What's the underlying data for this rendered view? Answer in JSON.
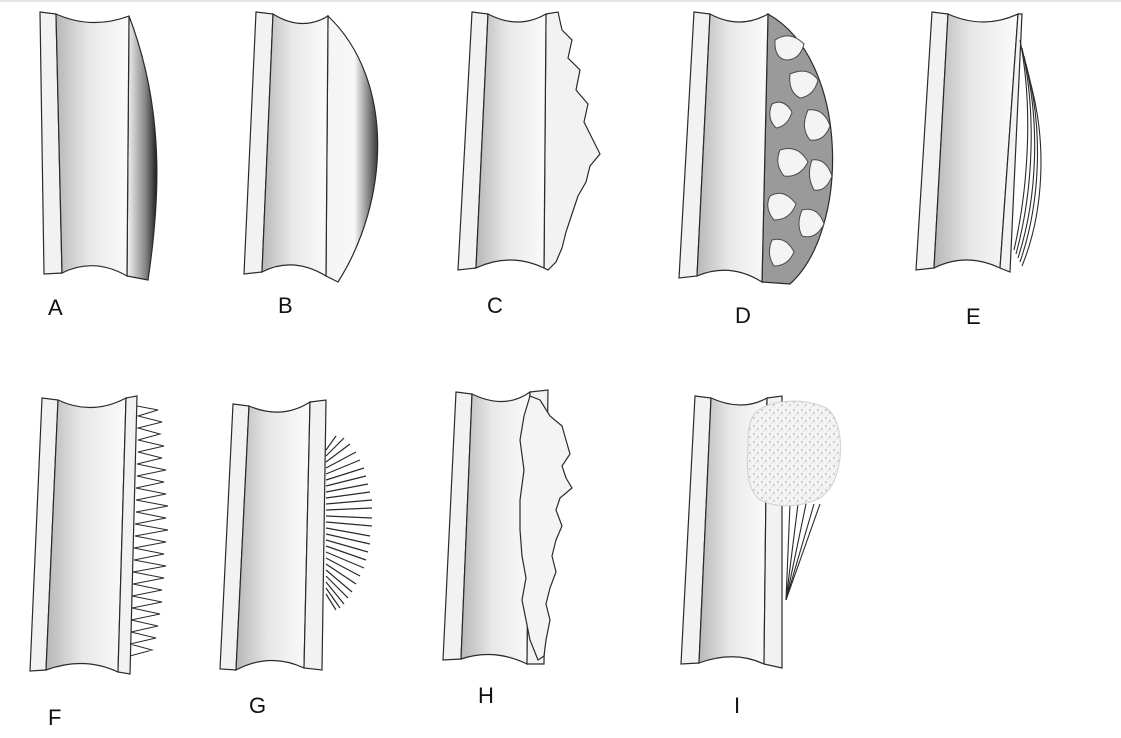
{
  "figure": {
    "panels": [
      {
        "label": "A",
        "reaction": "solid-thin"
      },
      {
        "label": "B",
        "reaction": "solid-thick"
      },
      {
        "label": "C",
        "reaction": "irregular-wavy"
      },
      {
        "label": "D",
        "reaction": "expansile-lobulated"
      },
      {
        "label": "E",
        "reaction": "lamellated-onion-skin"
      },
      {
        "label": "F",
        "reaction": "hair-on-end"
      },
      {
        "label": "G",
        "reaction": "sunburst"
      },
      {
        "label": "H",
        "reaction": "disorganized"
      },
      {
        "label": "I",
        "reaction": "codman-triangle"
      }
    ]
  },
  "colors": {
    "outline": "#2a2a2a",
    "cortex": "#f2f2f2",
    "canal_light": "#f7f7f7",
    "canal_dark": "#bdbdbd",
    "matrix_gray": "#9a9a9a"
  }
}
